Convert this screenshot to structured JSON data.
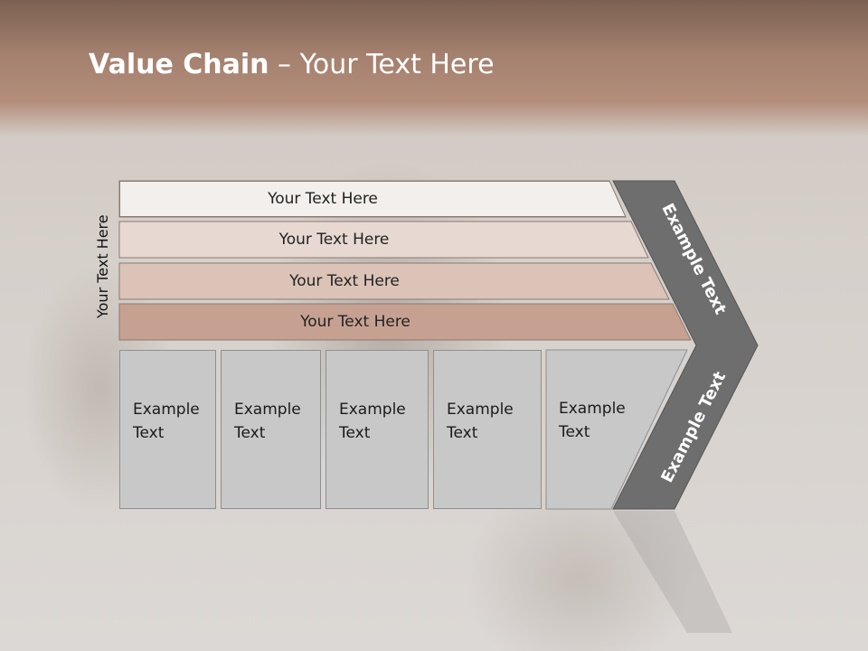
{
  "header": {
    "title_bold": "Value Chain",
    "title_rest": " – Your Text Here"
  },
  "side_label": "Your Text Here",
  "bars": [
    {
      "label": "Your Text Here",
      "color": "#f2efec"
    },
    {
      "label": "Your Text Here",
      "color": "#e7d9d2"
    },
    {
      "label": "Your Text Here",
      "color": "#dbc3b7"
    },
    {
      "label": "Your Text Here",
      "color": "#c6a191"
    }
  ],
  "columns": [
    {
      "line1": "Example",
      "line2": "Text"
    },
    {
      "line1": "Example",
      "line2": "Text"
    },
    {
      "line1": "Example",
      "line2": "Text"
    },
    {
      "line1": "Example",
      "line2": "Text"
    },
    {
      "line1": "Example",
      "line2": "Text"
    }
  ],
  "chevron": {
    "upper_label": "Example Text",
    "lower_label": "Example Text",
    "color": "#6e6e6e"
  }
}
